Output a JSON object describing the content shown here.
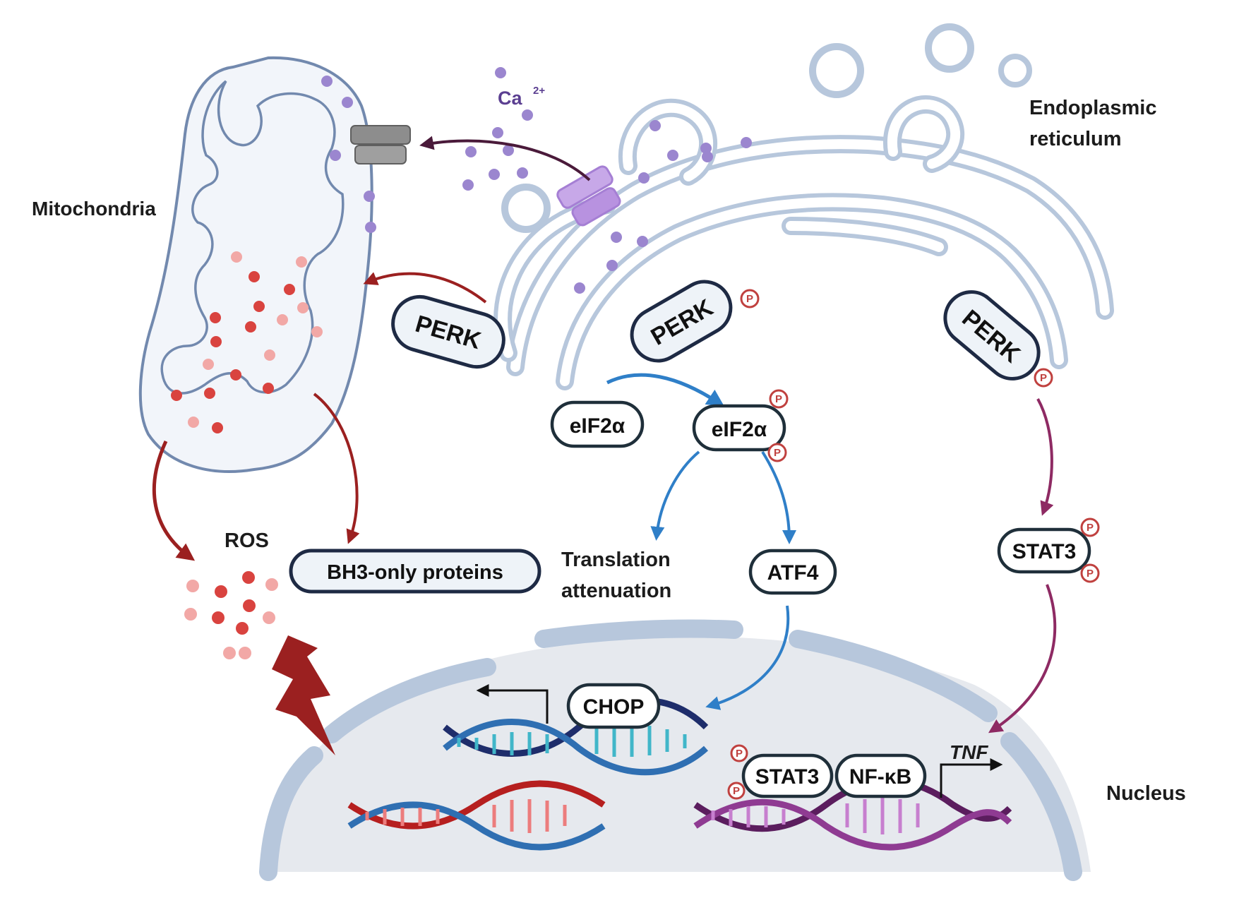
{
  "labels": {
    "mitochondria": "Mitochondria",
    "er_line1": "Endoplasmic",
    "er_line2": "reticulum",
    "nucleus": "Nucleus",
    "calcium": "Ca",
    "calcium_sup": "2+",
    "ros": "ROS",
    "translation_line1": "Translation",
    "translation_line2": "attenuation",
    "tnf": "TNF"
  },
  "nodes": {
    "perk_left": "PERK",
    "perk_middle": "PERK",
    "perk_right": "PERK",
    "eif2a_unphos": "eIF2α",
    "eif2a_phos": "eIF2α",
    "bh3": "BH3-only proteins",
    "atf4": "ATF4",
    "stat3_cyto": "STAT3",
    "chop": "CHOP",
    "stat3_nuc": "STAT3",
    "nfkb": "NF-κB"
  },
  "phospho_symbol": "P",
  "colors": {
    "membrane": "#b7c7dc",
    "calcium": "#9b86cf",
    "ros": "#d9433f",
    "blue_arrow": "#2f7fc8",
    "red_arrow": "#8e1d1d",
    "purple_arrow": "#8e2a63",
    "nucleus_fill": "#e6e9ee"
  }
}
